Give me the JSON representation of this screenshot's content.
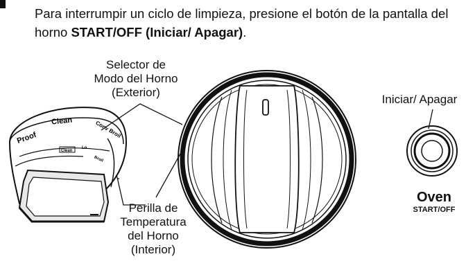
{
  "instruction": {
    "text_before": "Para interrumpir un ciclo de limpieza, presione el botón de la pantalla del horno ",
    "bold": "START/OFF (Iniciar/ Apagar)",
    "text_after": "."
  },
  "labels": {
    "selector_line1": "Selector de",
    "selector_line2": "Modo del Horno",
    "selector_line3": "(Exterior)",
    "knob_line1": "Perilla de",
    "knob_line2": "Temperatura",
    "knob_line3": "del Horno",
    "knob_line4": "(Interior)",
    "start_label": "Iniciar/ Apagar"
  },
  "button": {
    "title": "Oven",
    "subtitle": "START/OFF"
  },
  "dial_markings": {
    "proof": "Proof",
    "clean": "Clean",
    "conv_broil": "Conv Broil",
    "clean_small": "Clean",
    "lo": "Lo",
    "broil": "Broil"
  }
}
